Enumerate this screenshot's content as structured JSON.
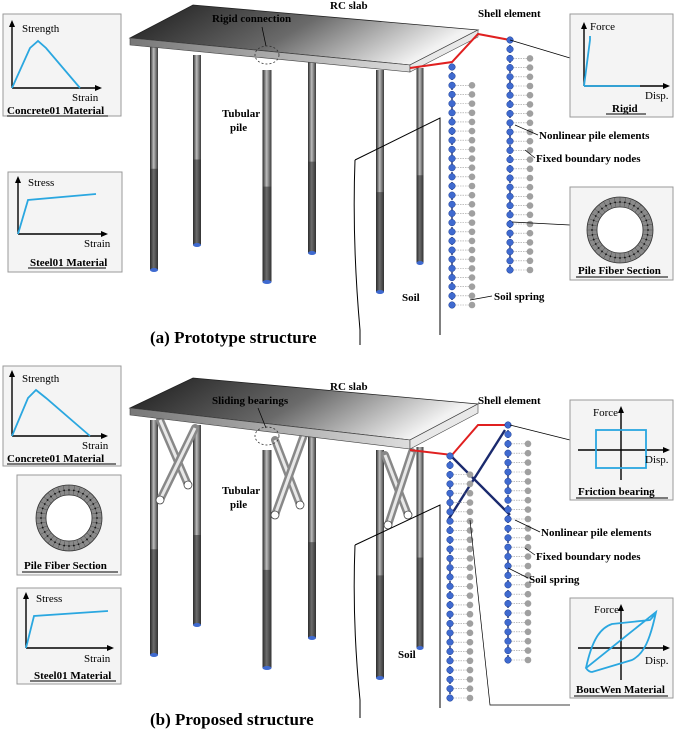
{
  "panels": {
    "a": {
      "caption": "(a) Prototype structure",
      "slab": "RC slab",
      "connection": "Rigid connection",
      "shell": "Shell element",
      "pile": [
        "Tubular",
        "pile"
      ],
      "nonlinear": "Nonlinear pile elements",
      "fixed": "Fixed boundary nodes",
      "soil": "Soil",
      "spring": "Soil spring",
      "concrete": {
        "title": "Concrete01 Material",
        "y": "Strength",
        "x": "Strain"
      },
      "steel": {
        "title": "Steel01 Material",
        "y": "Stress",
        "x": "Strain"
      },
      "rigid": {
        "title": "Rigid",
        "y": "Force",
        "x": "Disp."
      },
      "fiber": {
        "title": "Pile Fiber Section"
      }
    },
    "b": {
      "caption": "(b) Proposed structure",
      "slab": "RC slab",
      "bearings": "Sliding bearings",
      "shell": "Shell element",
      "pile": [
        "Tubular",
        "pile"
      ],
      "nonlinear": "Nonlinear pile elements",
      "fixed": "Fixed boundary nodes",
      "spring": "Soil spring",
      "soil": "Soil",
      "concrete": {
        "title": "Concrete01 Material",
        "y": "Strength",
        "x": "Strain"
      },
      "fiber": {
        "title": "Pile Fiber Section"
      },
      "steel": {
        "title": "Steel01 Material",
        "y": "Stress",
        "x": "Strain"
      },
      "friction": {
        "title": "Friction bearing",
        "y": "Force",
        "x": "Disp."
      },
      "boucwen": {
        "title": "BoucWen Material",
        "y": "Force",
        "x": "Disp."
      }
    }
  },
  "colors": {
    "curve": "#2aa7e0",
    "node": "#3f6ad0",
    "spring_node": "#a0a0a0",
    "rigid_link": "#e02020",
    "brace": "#1a2a6e"
  }
}
